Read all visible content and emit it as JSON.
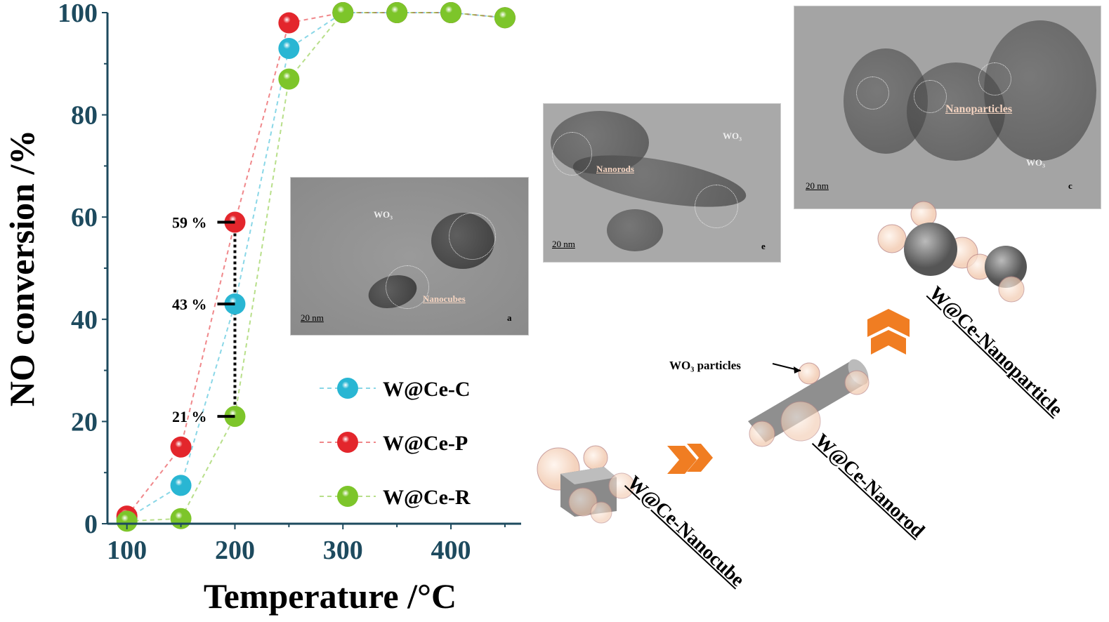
{
  "chart_data": {
    "type": "scatter",
    "xlabel": "Temperature /°C",
    "ylabel": "NO conversion /%",
    "xlim": [
      82,
      465
    ],
    "ylim": [
      0,
      100
    ],
    "xticks": [
      "100",
      "200",
      "300",
      "400"
    ],
    "yticks": [
      "0",
      "20",
      "40",
      "60",
      "80",
      "100"
    ],
    "x": [
      100,
      150,
      200,
      250,
      300,
      350,
      400,
      450
    ],
    "series": [
      {
        "name": "W@Ce-C",
        "color": "#29b6d3",
        "values": [
          1,
          7.5,
          43,
          93,
          100,
          100,
          100,
          99
        ]
      },
      {
        "name": "W@Ce-P",
        "color": "#e3262c",
        "values": [
          1.5,
          15,
          59,
          98,
          100,
          100,
          100,
          99
        ]
      },
      {
        "name": "W@Ce-R",
        "color": "#7dc52a",
        "values": [
          0.5,
          1,
          21,
          87,
          100,
          100,
          100,
          99
        ]
      }
    ],
    "legend_position": "bottom-right",
    "annotations": [
      {
        "text": "59 %",
        "x": 200,
        "y": 59
      },
      {
        "text": "43 %",
        "x": 200,
        "y": 43
      },
      {
        "text": "21 %",
        "x": 200,
        "y": 21
      }
    ]
  },
  "tem_images": [
    {
      "panel": "a",
      "label": "Nanocubes",
      "wo3": "WO₃",
      "scale": "20 nm"
    },
    {
      "panel": "e",
      "label": "Nanorods",
      "wo3": "WO₃",
      "scale": "20 nm"
    },
    {
      "panel": "c",
      "label": "Nanoparticles",
      "wo3": "WO₃",
      "scale": "20 nm"
    }
  ],
  "schematic": {
    "wo3_particles": "WO₃ particles",
    "labels": [
      "W@Ce-Nanocube",
      "W@Ce-Nanorod",
      "W@Ce-Nanoparticle"
    ],
    "arrow_color": "#f07d22"
  }
}
